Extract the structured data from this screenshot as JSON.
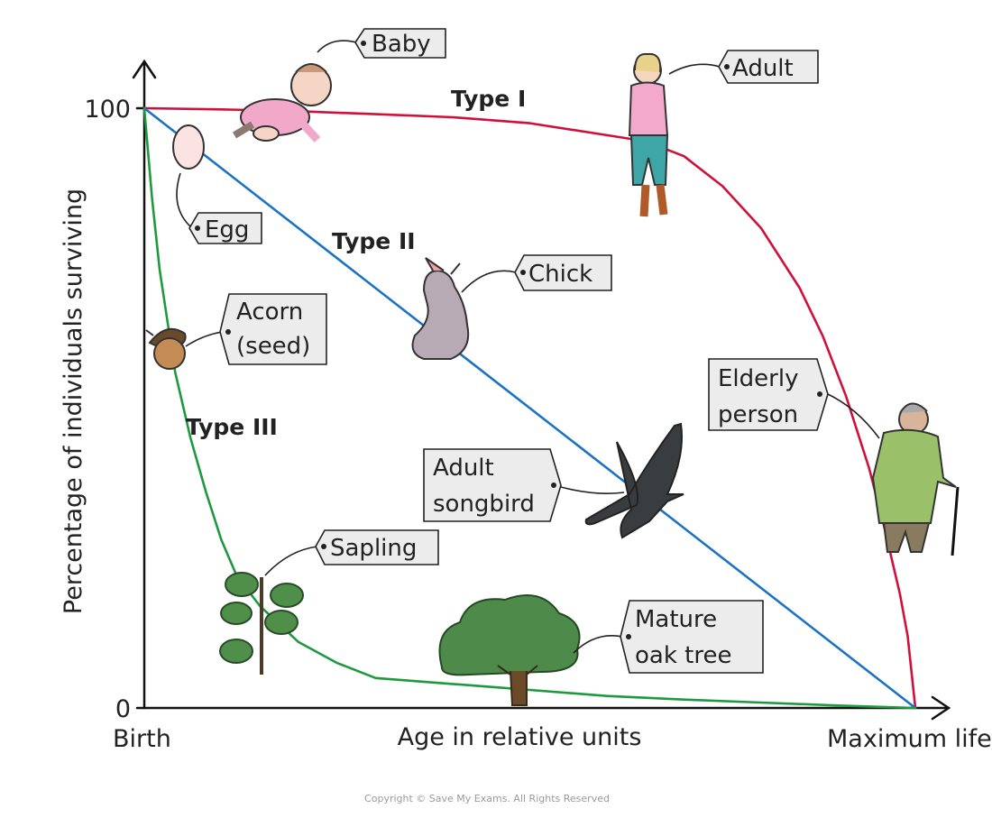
{
  "chart_data": {
    "type": "line",
    "ylabel": "Percentage of individuals surviving",
    "xlabel": "Age in relative units",
    "x_ticks": [
      "Birth",
      "Maximum life span"
    ],
    "y_ticks": [
      "100",
      "0"
    ],
    "xlim": [
      0,
      1
    ],
    "ylim": [
      0,
      100
    ],
    "grid": false,
    "series": [
      {
        "name": "Type I",
        "color": "#d0103a",
        "x": [
          0,
          0.1,
          0.2,
          0.3,
          0.4,
          0.5,
          0.6,
          0.65,
          0.7,
          0.75,
          0.8,
          0.85,
          0.88,
          0.91,
          0.94,
          0.96,
          0.98,
          0.99,
          1.0
        ],
        "y": [
          100,
          99.8,
          99.5,
          99,
          98.5,
          97.5,
          95.5,
          94.5,
          92,
          87,
          80,
          70,
          62,
          52,
          40,
          30,
          19,
          12,
          0
        ]
      },
      {
        "name": "Type II",
        "color": "#1a73c4",
        "x": [
          0,
          1
        ],
        "y": [
          100,
          0
        ]
      },
      {
        "name": "Type III",
        "color": "#1e9a3e",
        "x": [
          0,
          0.01,
          0.02,
          0.04,
          0.06,
          0.08,
          0.1,
          0.12,
          0.15,
          0.2,
          0.25,
          0.3,
          0.4,
          0.5,
          0.6,
          0.7,
          0.8,
          0.9,
          1.0
        ],
        "y": [
          100,
          85,
          73,
          56,
          45,
          36,
          28,
          22,
          17,
          11,
          7.5,
          5,
          4,
          3,
          2,
          1.4,
          0.9,
          0.4,
          0
        ]
      }
    ],
    "annotations": [
      {
        "text": "Baby"
      },
      {
        "text": "Adult"
      },
      {
        "text": "Egg"
      },
      {
        "text": "Chick"
      },
      {
        "text": "Acorn\n(seed)"
      },
      {
        "text": "Elderly\nperson"
      },
      {
        "text": "Adult\nsongbird"
      },
      {
        "text": "Sapling"
      },
      {
        "text": "Mature\noak tree"
      }
    ]
  },
  "copyright": "Copyright © Save My Exams. All Rights Reserved"
}
